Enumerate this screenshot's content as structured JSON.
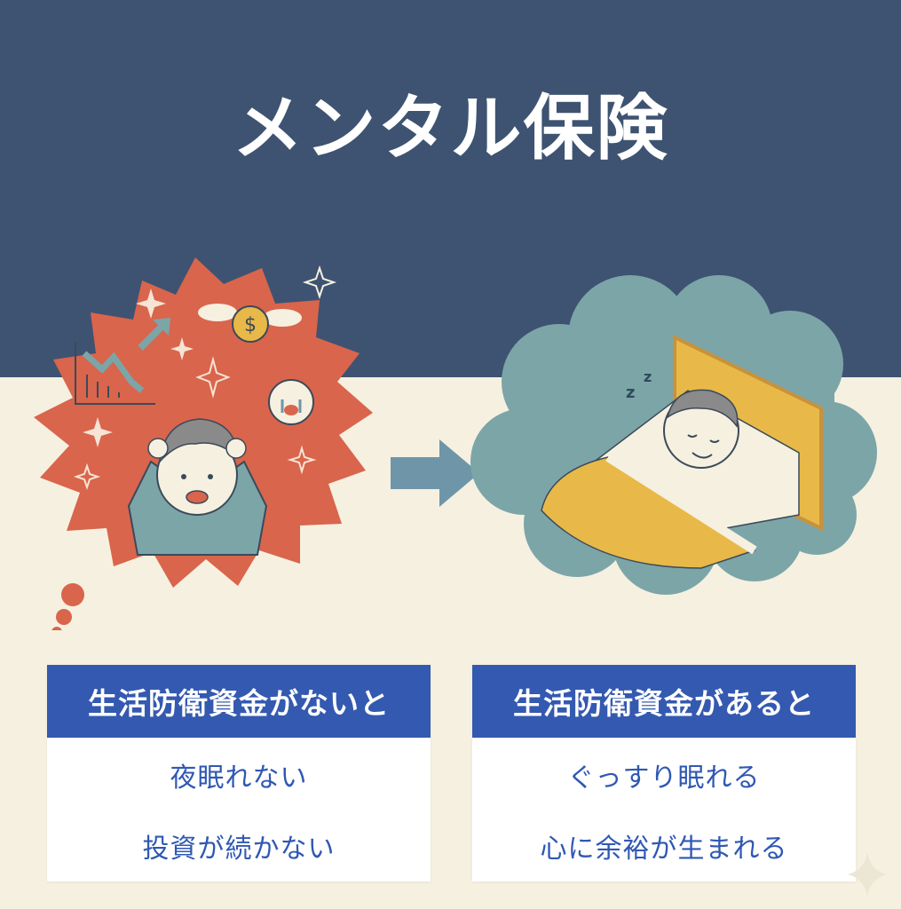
{
  "title": "メンタル保険",
  "colors": {
    "navy": "#3e5371",
    "cream": "#f6f0e0",
    "worry_red": "#d9654c",
    "calm_teal": "#7ca5a8",
    "arrow": "#6f96a8",
    "header_blue": "#3459b0",
    "text_blue": "#2f58b4"
  },
  "illustrations": {
    "left": {
      "description": "worried person holding head inside red spiky thought bubble",
      "icons": [
        "falling-chart-icon",
        "up-arrow-icon",
        "flying-dollar-coin-icon",
        "crying-baby-icon",
        "sparkle-icon"
      ]
    },
    "arrow": "right-arrow-icon",
    "right": {
      "description": "person sleeping peacefully in bed inside teal cloud",
      "sleep_text": "z z"
    }
  },
  "cards": [
    {
      "header": "生活防衛資金がないと",
      "items": [
        "夜眠れない",
        "投資が続かない"
      ]
    },
    {
      "header": "生活防衛資金があると",
      "items": [
        "ぐっすり眠れる",
        "心に余裕が生まれる"
      ]
    }
  ]
}
